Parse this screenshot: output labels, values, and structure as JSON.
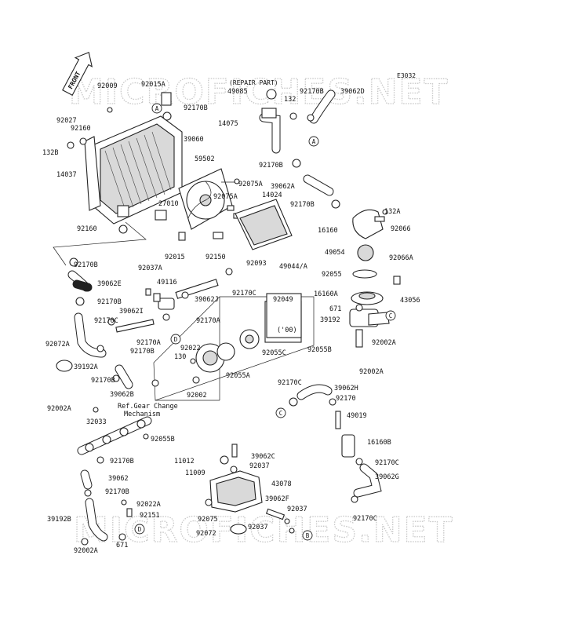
{
  "diagram": {
    "code": "E3032",
    "repair_part": "(REPAIR PART)",
    "front_label": "FRONT",
    "watermark_text": "MICROFICHES.NET",
    "note_year": "('00)",
    "ref_line1": "Ref.Gear Change",
    "ref_line2": "Mechanism",
    "callout_letters": [
      "A",
      "B",
      "C",
      "D"
    ]
  },
  "parts": [
    {
      "id": "p0",
      "text": "92009"
    },
    {
      "id": "p1",
      "text": "92015A"
    },
    {
      "id": "p2",
      "text": "92170B"
    },
    {
      "id": "p3",
      "text": "92027"
    },
    {
      "id": "p4",
      "text": "92160"
    },
    {
      "id": "p5",
      "text": "132B"
    },
    {
      "id": "p6",
      "text": "39060"
    },
    {
      "id": "p7",
      "text": "14037"
    },
    {
      "id": "p8",
      "text": "59502"
    },
    {
      "id": "p9",
      "text": "27010"
    },
    {
      "id": "p10",
      "text": "92160"
    },
    {
      "id": "p11",
      "text": "92015"
    },
    {
      "id": "p12",
      "text": "92150"
    },
    {
      "id": "p13",
      "text": "92170B"
    },
    {
      "id": "p14",
      "text": "92037A"
    },
    {
      "id": "p15",
      "text": "39062E"
    },
    {
      "id": "p16",
      "text": "49116"
    },
    {
      "id": "p17",
      "text": "92170B"
    },
    {
      "id": "p18",
      "text": "39062J"
    },
    {
      "id": "p19",
      "text": "92170C"
    },
    {
      "id": "p20",
      "text": "92170C"
    },
    {
      "id": "p21",
      "text": "39062I"
    },
    {
      "id": "p22",
      "text": "92170A"
    },
    {
      "id": "p23",
      "text": "92072A"
    },
    {
      "id": "p24",
      "text": "92170A"
    },
    {
      "id": "p25",
      "text": "92170B"
    },
    {
      "id": "p26",
      "text": "39192A"
    },
    {
      "id": "p27",
      "text": "92170B"
    },
    {
      "id": "p28",
      "text": "39062B"
    },
    {
      "id": "p29",
      "text": "49085"
    },
    {
      "id": "p30",
      "text": "132"
    },
    {
      "id": "p31",
      "text": "92170B"
    },
    {
      "id": "p32",
      "text": "39062D"
    },
    {
      "id": "p33",
      "text": "14075"
    },
    {
      "id": "p34",
      "text": "92170B"
    },
    {
      "id": "p35",
      "text": "92075A"
    },
    {
      "id": "p36",
      "text": "39062A"
    },
    {
      "id": "p37",
      "text": "92075A"
    },
    {
      "id": "p38",
      "text": "14024"
    },
    {
      "id": "p39",
      "text": "92170B"
    },
    {
      "id": "p40",
      "text": "132A"
    },
    {
      "id": "p41",
      "text": "16160"
    },
    {
      "id": "p42",
      "text": "92066"
    },
    {
      "id": "p43",
      "text": "92093"
    },
    {
      "id": "p44",
      "text": "49054"
    },
    {
      "id": "p45",
      "text": "92066A"
    },
    {
      "id": "p46",
      "text": "49044/A"
    },
    {
      "id": "p47",
      "text": "92049"
    },
    {
      "id": "p48",
      "text": "92055"
    },
    {
      "id": "p49",
      "text": "16160A"
    },
    {
      "id": "p50",
      "text": "43056"
    },
    {
      "id": "p51",
      "text": "671"
    },
    {
      "id": "p52",
      "text": "39192"
    },
    {
      "id": "p53",
      "text": "92022"
    },
    {
      "id": "p54",
      "text": "130"
    },
    {
      "id": "p55",
      "text": "92055C"
    },
    {
      "id": "p56",
      "text": "92055B"
    },
    {
      "id": "p57",
      "text": "92002A"
    },
    {
      "id": "p58",
      "text": "92055A"
    },
    {
      "id": "p59",
      "text": "92002A"
    },
    {
      "id": "p60",
      "text": "92002"
    },
    {
      "id": "p61",
      "text": "92170C"
    },
    {
      "id": "p62",
      "text": "39062H"
    },
    {
      "id": "p63",
      "text": "92170"
    },
    {
      "id": "p64",
      "text": "92002A"
    },
    {
      "id": "p65",
      "text": "49019"
    },
    {
      "id": "p66",
      "text": "32033"
    },
    {
      "id": "p67",
      "text": "92055B"
    },
    {
      "id": "p68",
      "text": "16160B"
    },
    {
      "id": "p69",
      "text": "11012"
    },
    {
      "id": "p70",
      "text": "39062C"
    },
    {
      "id": "p71",
      "text": "92170B"
    },
    {
      "id": "p72",
      "text": "92037"
    },
    {
      "id": "p73",
      "text": "11009"
    },
    {
      "id": "p74",
      "text": "92170C"
    },
    {
      "id": "p75",
      "text": "43078"
    },
    {
      "id": "p76",
      "text": "39062"
    },
    {
      "id": "p77",
      "text": "39062G"
    },
    {
      "id": "p78",
      "text": "92170B"
    },
    {
      "id": "p79",
      "text": "92022A"
    },
    {
      "id": "p80",
      "text": "39062F"
    },
    {
      "id": "p81",
      "text": "92037"
    },
    {
      "id": "p82",
      "text": "92170C"
    },
    {
      "id": "p83",
      "text": "39192B"
    },
    {
      "id": "p84",
      "text": "92151"
    },
    {
      "id": "p85",
      "text": "92075"
    },
    {
      "id": "p86",
      "text": "92072"
    },
    {
      "id": "p87",
      "text": "92037"
    },
    {
      "id": "p88",
      "text": "671"
    },
    {
      "id": "p89",
      "text": "92002A"
    }
  ]
}
